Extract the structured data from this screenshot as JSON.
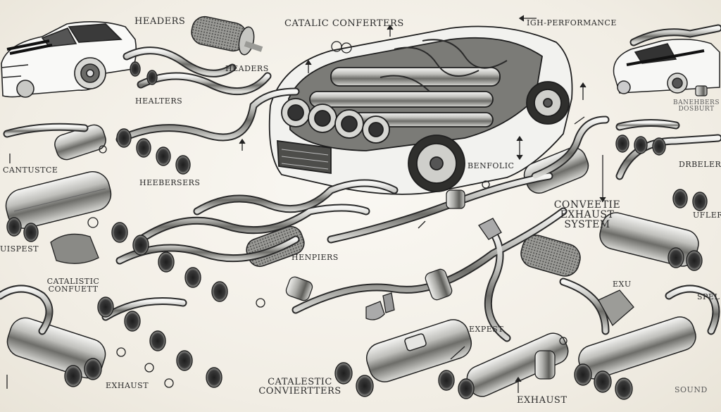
{
  "labels": {
    "headers_top": "HEADERS",
    "catalic_conferters": "CATALIC CONFERTERS",
    "igh_performance": "IGH-PERFORMANCE",
    "headers_mid": "HEADERS",
    "healters": "HEALTERS",
    "cantustce": "CANTUSTCE",
    "heebersers": "HEEBERSERS",
    "benfolic": "BENFOLIC",
    "conveetie_exhaust_system": "CONVEETIE EXHAUST SYSTEM",
    "uispest": "UISPEST",
    "catalistic_confuett": "CATALISTIC CONFUETT",
    "henpiers": "HENPIERS",
    "expest": "EXPEST",
    "exhaust_bottom_left": "EXHAUST",
    "catalestic_conviertters": "CATALESTIC CONVIERTTERS",
    "exhaust_bottom_center": "EXHAUST",
    "sound": "SOUND",
    "exu": "EXU",
    "spel": "SPEL",
    "ufler": "UFLER",
    "drbeler": "DRBELER",
    "banehbers_dosburt": "BANEHBERS DOSBURT"
  }
}
